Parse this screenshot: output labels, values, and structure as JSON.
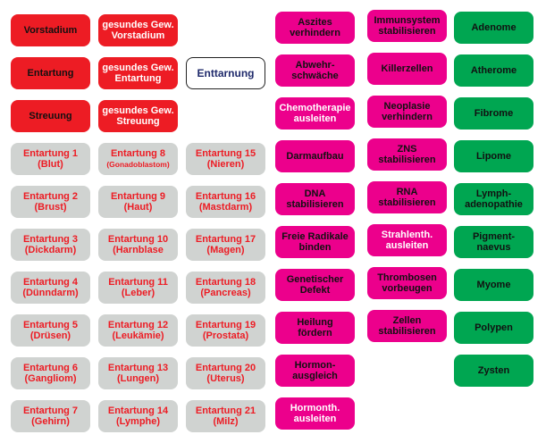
{
  "colors": {
    "red": "#ed1c24",
    "gray": "#d0d3d1",
    "magenta": "#ec008c",
    "green": "#00a651",
    "navy": "#1f2a6b"
  },
  "columns": [
    {
      "items": [
        {
          "lines": [
            "Vorstadium"
          ],
          "style": "red"
        },
        {
          "lines": [
            "Entartung"
          ],
          "style": "red"
        },
        {
          "lines": [
            "Streuung"
          ],
          "style": "red"
        },
        {
          "lines": [
            "Entartung 1",
            "(Blut)"
          ],
          "style": "gray"
        },
        {
          "lines": [
            "Entartung 2",
            "(Brust)"
          ],
          "style": "gray"
        },
        {
          "lines": [
            "Entartung 3",
            "(Dickdarm)"
          ],
          "style": "gray"
        },
        {
          "lines": [
            "Entartung 4",
            "(Dünndarm)"
          ],
          "style": "gray"
        },
        {
          "lines": [
            "Entartung 5",
            "(Drüsen)"
          ],
          "style": "gray"
        },
        {
          "lines": [
            "Entartung 6",
            "(Gangliom)"
          ],
          "style": "gray"
        },
        {
          "lines": [
            "Entartung 7",
            "(Gehirn)"
          ],
          "style": "gray"
        }
      ]
    },
    {
      "items": [
        {
          "lines": [
            "gesundes Gew.",
            "Vorstadium"
          ],
          "style": "red w"
        },
        {
          "lines": [
            "gesundes Gew.",
            "Entartung"
          ],
          "style": "red w"
        },
        {
          "lines": [
            "gesundes Gew.",
            "Streuung"
          ],
          "style": "red w"
        },
        {
          "lines": [
            "Entartung 8",
            "(Gonadoblastom)"
          ],
          "style": "gray",
          "small2": true
        },
        {
          "lines": [
            "Entartung 9",
            "(Haut)"
          ],
          "style": "gray"
        },
        {
          "lines": [
            "Entartung 10",
            "(Harnblase"
          ],
          "style": "gray"
        },
        {
          "lines": [
            "Entartung 11",
            "(Leber)"
          ],
          "style": "gray"
        },
        {
          "lines": [
            "Entartung 12",
            "(Leukämie)"
          ],
          "style": "gray"
        },
        {
          "lines": [
            "Entartung 13",
            "(Lungen)"
          ],
          "style": "gray"
        },
        {
          "lines": [
            "Entartung 14",
            "(Lymphe)"
          ],
          "style": "gray"
        }
      ]
    },
    {
      "items": [
        null,
        {
          "lines": [
            "Enttarnung"
          ],
          "style": "outline"
        },
        null,
        {
          "lines": [
            "Entartung 15",
            "(Nieren)"
          ],
          "style": "gray"
        },
        {
          "lines": [
            "Entartung 16",
            "(Mastdarm)"
          ],
          "style": "gray"
        },
        {
          "lines": [
            "Entartung 17",
            "(Magen)"
          ],
          "style": "gray"
        },
        {
          "lines": [
            "Entartung 18",
            "(Pancreas)"
          ],
          "style": "gray"
        },
        {
          "lines": [
            "Entartung 19",
            "(Prostata)"
          ],
          "style": "gray"
        },
        {
          "lines": [
            "Entartung 20",
            "(Uterus)"
          ],
          "style": "gray"
        },
        {
          "lines": [
            "Entartung 21",
            "(Milz)"
          ],
          "style": "gray"
        }
      ]
    },
    {
      "items": [
        {
          "lines": [
            "Aszites",
            "verhindern"
          ],
          "style": "mag"
        },
        {
          "lines": [
            "Abwehr-",
            "schwäche"
          ],
          "style": "mag"
        },
        {
          "lines": [
            "Chemotherapie",
            "ausleiten"
          ],
          "style": "mag w"
        },
        {
          "lines": [
            "Darmaufbau"
          ],
          "style": "mag"
        },
        {
          "lines": [
            "DNA",
            "stabilisieren"
          ],
          "style": "mag"
        },
        {
          "lines": [
            "Freie Radikale",
            "binden"
          ],
          "style": "mag"
        },
        {
          "lines": [
            "Genetischer",
            "Defekt"
          ],
          "style": "mag"
        },
        {
          "lines": [
            "Heilung",
            "fördern"
          ],
          "style": "mag"
        },
        {
          "lines": [
            "Hormon-",
            "ausgleich"
          ],
          "style": "mag"
        },
        {
          "lines": [
            "Hormonth.",
            "ausleiten"
          ],
          "style": "mag w"
        }
      ]
    },
    {
      "items": [
        {
          "lines": [
            "Immunsystem",
            "stabilisieren"
          ],
          "style": "mag"
        },
        {
          "lines": [
            "Killerzellen"
          ],
          "style": "mag"
        },
        {
          "lines": [
            "Neoplasie",
            "verhindern"
          ],
          "style": "mag"
        },
        {
          "lines": [
            "ZNS",
            "stabilisieren"
          ],
          "style": "mag"
        },
        {
          "lines": [
            "RNA",
            "stabilisieren"
          ],
          "style": "mag"
        },
        {
          "lines": [
            "Strahlenth.",
            "ausleiten"
          ],
          "style": "mag w"
        },
        {
          "lines": [
            "Thrombosen",
            "vorbeugen"
          ],
          "style": "mag"
        },
        {
          "lines": [
            "Zellen",
            "stabilisieren"
          ],
          "style": "mag"
        }
      ]
    },
    {
      "items": [
        {
          "lines": [
            "Adenome"
          ],
          "style": "green"
        },
        {
          "lines": [
            "Atherome"
          ],
          "style": "green"
        },
        {
          "lines": [
            "Fibrome"
          ],
          "style": "green"
        },
        {
          "lines": [
            "Lipome"
          ],
          "style": "green"
        },
        {
          "lines": [
            "Lymph-",
            "adenopathie"
          ],
          "style": "green"
        },
        {
          "lines": [
            "Pigment-",
            "naevus"
          ],
          "style": "green"
        },
        {
          "lines": [
            "Myome"
          ],
          "style": "green"
        },
        {
          "lines": [
            "Polypen"
          ],
          "style": "green"
        },
        {
          "lines": [
            "Zysten"
          ],
          "style": "green"
        }
      ]
    }
  ]
}
